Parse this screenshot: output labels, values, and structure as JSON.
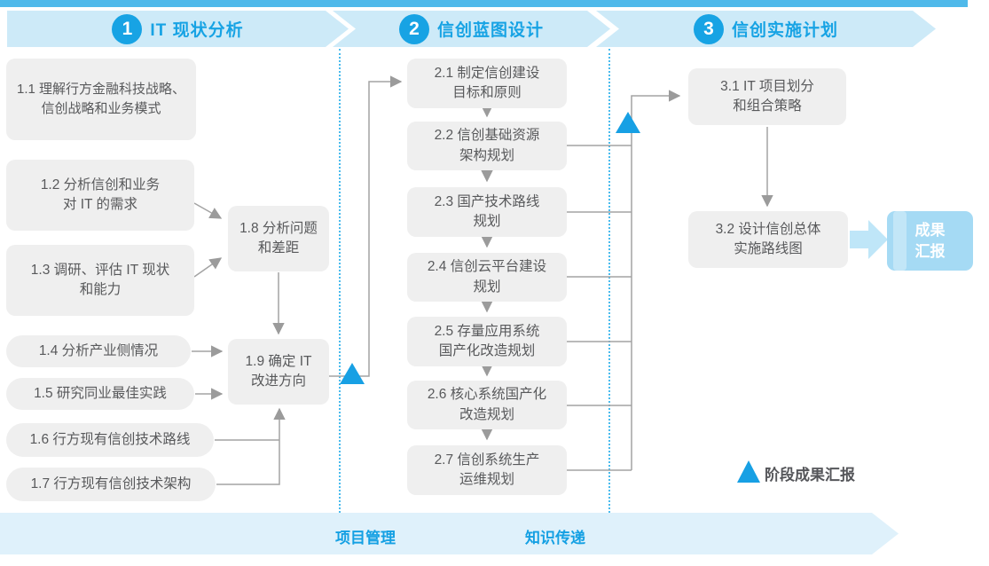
{
  "header": {
    "phases": [
      {
        "number": "1",
        "title": "IT 现状分析"
      },
      {
        "number": "2",
        "title": "信创蓝图设计"
      },
      {
        "number": "3",
        "title": "信创实施计划"
      }
    ]
  },
  "phase1": {
    "boxes": [
      {
        "id": "1.1",
        "text": "1.1 理解行方金融科技战略、\n信创战略和业务模式"
      },
      {
        "id": "1.2",
        "text": "1.2 分析信创和业务\n对 IT 的需求"
      },
      {
        "id": "1.3",
        "text": "1.3 调研、评估 IT 现状\n和能力"
      },
      {
        "id": "1.4",
        "text": "1.4 分析产业侧情况"
      },
      {
        "id": "1.5",
        "text": "1.5 研究同业最佳实践"
      },
      {
        "id": "1.6",
        "text": "1.6 行方现有信创技术路线"
      },
      {
        "id": "1.7",
        "text": "1.7 行方现有信创技术架构"
      },
      {
        "id": "1.8",
        "text": "1.8 分析问题\n和差距"
      },
      {
        "id": "1.9",
        "text": "1.9 确定 IT\n改进方向"
      }
    ]
  },
  "phase2": {
    "boxes": [
      {
        "id": "2.1",
        "text": "2.1 制定信创建设\n目标和原则"
      },
      {
        "id": "2.2",
        "text": "2.2 信创基础资源\n架构规划"
      },
      {
        "id": "2.3",
        "text": "2.3 国产技术路线\n规划"
      },
      {
        "id": "2.4",
        "text": "2.4 信创云平台建设\n规划"
      },
      {
        "id": "2.5",
        "text": "2.5 存量应用系统\n国产化改造规划"
      },
      {
        "id": "2.6",
        "text": "2.6 核心系统国产化\n改造规划"
      },
      {
        "id": "2.7",
        "text": "2.7 信创系统生产\n运维规划"
      }
    ]
  },
  "phase3": {
    "boxes": [
      {
        "id": "3.1",
        "text": "3.1 IT 项目划分\n和组合策略"
      },
      {
        "id": "3.2",
        "text": "3.2 设计信创总体\n实施路线图"
      }
    ],
    "result_label": "成果\n汇报"
  },
  "legend": {
    "label": "阶段成果汇报"
  },
  "footer": {
    "project_management": "项目管理",
    "knowledge_transfer": "知识传递"
  },
  "colors": {
    "accent_blue": "#17a3e4",
    "band_blue": "#cdeaf8",
    "footer_band_blue": "#dff1fb",
    "top_bar_blue": "#4fb9ea",
    "node_gray": "#efefef",
    "node_text_gray": "#58595b",
    "connector_gray": "#a3a3a3",
    "milestone_triangle_blue": "#17a0e4",
    "result_box_blue": "#a5daf4",
    "deliverable_arrow_blue": "#bfe6f8",
    "divider_dotted_blue": "#49bbed"
  }
}
